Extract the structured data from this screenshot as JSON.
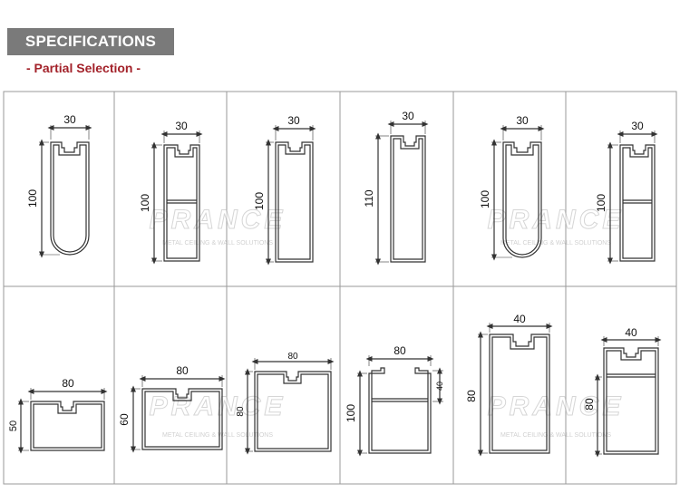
{
  "header": {
    "title": "SPECIFICATIONS",
    "subtitle": "- Partial Selection -"
  },
  "watermark": {
    "brand": "PRANCE",
    "tagline": "METAL CEILING & WALL SOLUTIONS"
  },
  "profiles": [
    {
      "width": "30",
      "height": "100"
    },
    {
      "width": "30",
      "height": "100"
    },
    {
      "width": "30",
      "height": "100"
    },
    {
      "width": "30",
      "height": "110"
    },
    {
      "width": "30",
      "height": "100"
    },
    {
      "width": "30",
      "height": "100"
    },
    {
      "width": "80",
      "height": "50"
    },
    {
      "width": "80",
      "height": "60"
    },
    {
      "width": "80",
      "height": "80"
    },
    {
      "width": "80",
      "height": "100",
      "lip": "40"
    },
    {
      "width": "40",
      "height": "80"
    },
    {
      "width": "40",
      "height": "80"
    }
  ],
  "colors": {
    "banner": "#7a7a7a",
    "subtitle": "#a3222a",
    "line": "#333333"
  }
}
